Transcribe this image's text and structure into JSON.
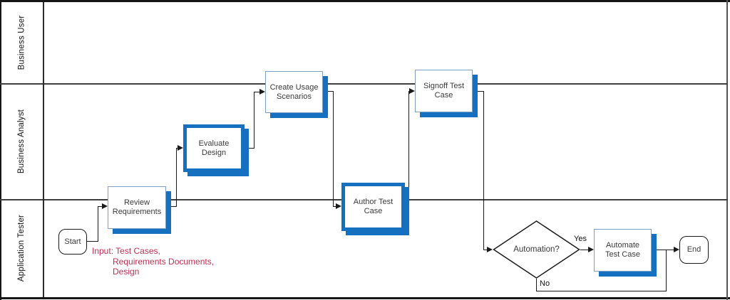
{
  "lanes": [
    {
      "label": "Business User"
    },
    {
      "label": "Business Analyst"
    },
    {
      "label": "Application Tester"
    }
  ],
  "nodes": {
    "start": {
      "label": "Start"
    },
    "review": {
      "label": "Review Requirements"
    },
    "evaluate": {
      "label": "Evaluate Design"
    },
    "create_usage": {
      "label": "Create Usage Scenarios"
    },
    "author": {
      "label": "Author Test Case"
    },
    "signoff": {
      "label": "Signoff Test Case"
    },
    "decision": {
      "label": "Automation?"
    },
    "automate": {
      "label": "Automate Test Case"
    },
    "end": {
      "label": "End"
    }
  },
  "edge_labels": {
    "yes": "Yes",
    "no": "No"
  },
  "annotation": {
    "lines": [
      "Input: Test Cases,",
      "Requirements Documents,",
      "Design"
    ]
  },
  "colors": {
    "accent_blue": "#1570c0",
    "box_border": "#7d9fc8",
    "annotation_red": "#c22e50",
    "line_color": "#1a1a1a"
  }
}
